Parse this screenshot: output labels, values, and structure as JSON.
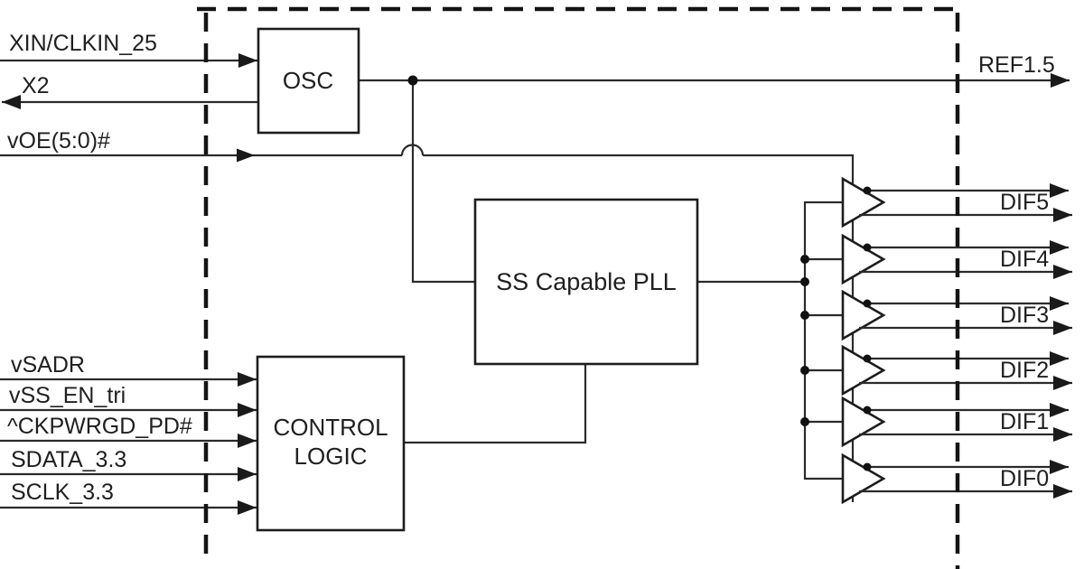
{
  "diagram": {
    "type": "functional-block-diagram",
    "colors": {
      "line": "#2b2b2b",
      "background": "#ffffff",
      "text": "#1f1f1f"
    },
    "blocks": {
      "osc": {
        "label": "OSC"
      },
      "pll": {
        "label": "SS Capable PLL"
      },
      "control": {
        "line1": "CONTROL",
        "line2": "LOGIC"
      }
    },
    "left_pins": [
      {
        "label": "XIN/CLKIN_25",
        "direction": "input"
      },
      {
        "label": "X2",
        "direction": "output"
      },
      {
        "label": "vOE(5:0)#",
        "direction": "input"
      },
      {
        "label": "vSADR",
        "direction": "input"
      },
      {
        "label": "vSS_EN_tri",
        "direction": "input"
      },
      {
        "label": "^CKPWRGD_PD#",
        "direction": "input"
      },
      {
        "label": "SDATA_3.3",
        "direction": "input"
      },
      {
        "label": "SCLK_3.3",
        "direction": "input"
      }
    ],
    "right_pins": [
      {
        "label": "REF1.5",
        "type": "single-ended"
      },
      {
        "label": "DIF5",
        "type": "differential"
      },
      {
        "label": "DIF4",
        "type": "differential"
      },
      {
        "label": "DIF3",
        "type": "differential"
      },
      {
        "label": "DIF2",
        "type": "differential"
      },
      {
        "label": "DIF1",
        "type": "differential"
      },
      {
        "label": "DIF0",
        "type": "differential"
      }
    ]
  }
}
